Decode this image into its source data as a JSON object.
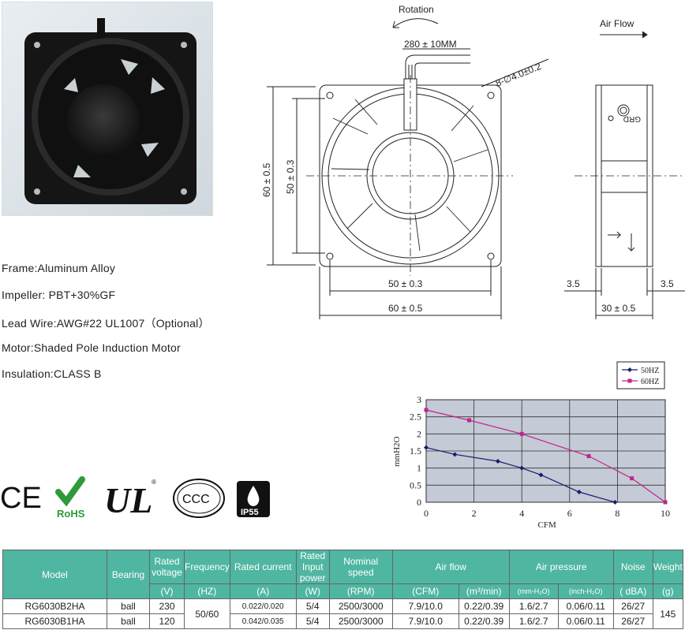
{
  "drawing": {
    "rotation_label": "Rotation",
    "airflow_label": "Air Flow",
    "lead_length": "280 ± 10MM",
    "hole_spec": "8-∅4.0±0.2",
    "dim_height_outer": "60 ± 0.5",
    "dim_height_inner": "50 ± 0.3",
    "dim_width_inner": "50 ± 0.3",
    "dim_width_outer": "60 ± 0.5",
    "dim_depth": "30 ± 0.5",
    "dim_flange_left": "3.5",
    "dim_flange_right": "3.5",
    "side_mark": "GRD"
  },
  "specs": [
    "Frame:Aluminum Alloy",
    "Impeller: PBT+30%GF",
    "Lead Wire:AWG#22 UL1007（Optional）",
    "Motor:Shaded Pole Induction Motor",
    "Insulation:CLASS B"
  ],
  "certifications": {
    "ce": "CE",
    "rohs": "RoHS",
    "ul": "UL",
    "ccc": "CCC",
    "ip": "IP55"
  },
  "chart_data": {
    "type": "line",
    "xlabel": "CFM",
    "ylabel": "mmH2O",
    "xlim": [
      0,
      10
    ],
    "ylim": [
      0,
      3
    ],
    "x_ticks": [
      "0",
      "2",
      "4",
      "6",
      "8",
      "10"
    ],
    "y_ticks": [
      "0",
      "0.5",
      "1",
      "1.5",
      "2",
      "2.5",
      "3"
    ],
    "legend_position": "top-right",
    "grid": true,
    "series": [
      {
        "name": "50HZ",
        "color": "#1a1a6e",
        "x": [
          0,
          1.2,
          3.0,
          4.0,
          4.8,
          6.4,
          7.9
        ],
        "y": [
          1.6,
          1.4,
          1.2,
          1.0,
          0.8,
          0.3,
          0.0
        ]
      },
      {
        "name": "60HZ",
        "color": "#c0248f",
        "x": [
          0,
          1.8,
          4.0,
          6.8,
          8.6,
          10.0
        ],
        "y": [
          2.7,
          2.4,
          2.0,
          1.35,
          0.7,
          0.0
        ]
      }
    ]
  },
  "table": {
    "headers": {
      "model": "Model",
      "bearing": "Bearing",
      "voltage": "Rated voltage",
      "frequency": "Frequency",
      "current": "Rated current",
      "power": "Rated Input power",
      "speed": "Nominal speed",
      "airflow": "Air flow",
      "pressure": "Air pressure",
      "noise": "Noise",
      "weight": "Weight"
    },
    "units": {
      "voltage": "(V)",
      "frequency": "(HZ)",
      "current": "(A)",
      "power": "(W)",
      "speed": "(RPM)",
      "airflow_cfm": "(CFM)",
      "airflow_m3": "(m³/min)",
      "pressure_mm": "(mm-H₂O)",
      "pressure_inch": "(inch-H₂O)",
      "noise": "( dBA)",
      "weight": "(g)"
    },
    "frequency_shared": "50/60",
    "weight_shared": "145",
    "rows": [
      {
        "model": "RG6030B2HA",
        "bearing": "ball",
        "voltage": "230",
        "current": "0.022/0.020",
        "power": "5/4",
        "speed": "2500/3000",
        "cfm": "7.9/10.0",
        "m3": "0.22/0.39",
        "mm": "1.6/2.7",
        "inch": "0.06/0.11",
        "noise": "26/27"
      },
      {
        "model": "RG6030B1HA",
        "bearing": "ball",
        "voltage": "120",
        "current": "0.042/0.035",
        "power": "5/4",
        "speed": "2500/3000",
        "cfm": "7.9/10.0",
        "m3": "0.22/0.39",
        "mm": "1.6/2.7",
        "inch": "0.06/0.11",
        "noise": "26/27"
      }
    ]
  }
}
